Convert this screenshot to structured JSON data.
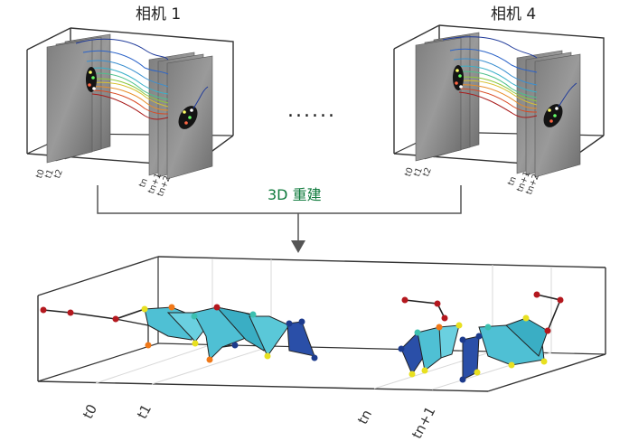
{
  "cameras": [
    {
      "title": "相机 1",
      "time_labels": [
        "t0",
        "t1",
        "t2",
        "tn",
        "tn+1",
        "tn+2"
      ]
    },
    {
      "title": "相机 4",
      "time_labels": [
        "t0",
        "t1",
        "t2",
        "tn",
        "tn+1",
        "tn+2"
      ]
    }
  ],
  "ellipsis": "......",
  "reconstruction_label": "3D 重建",
  "reconstruction_time_labels": [
    "t0",
    "t1",
    "tn",
    "tn+1"
  ],
  "colors": {
    "box_edge": "#333333",
    "frame_gray": "#8c8c8c",
    "arrow": "#555555",
    "label_green": "#0f7a3c",
    "mesh_cyan": "#4fc0d4",
    "mesh_blue": "#2a4fa8",
    "joint_red": "#b4181e",
    "joint_yellow": "#e8e020",
    "joint_orange": "#f07818",
    "joint_teal": "#3cc0b0",
    "joint_navy": "#1c3a8c"
  }
}
